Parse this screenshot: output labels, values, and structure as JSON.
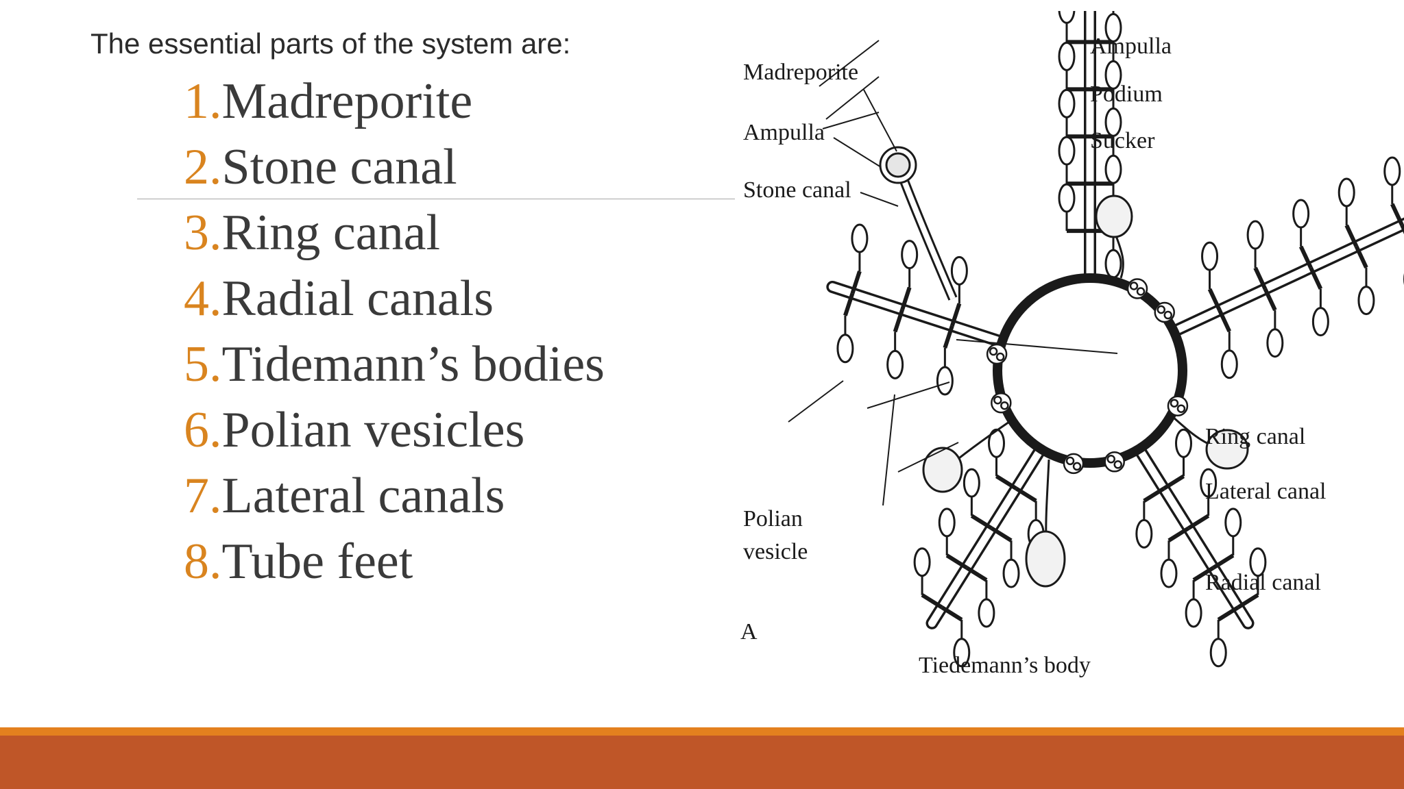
{
  "slide": {
    "intro": "The essential parts of the system are:",
    "items": [
      {
        "num": "1.",
        "label": "Madreporite"
      },
      {
        "num": "2.",
        "label": "Stone canal"
      },
      {
        "num": "3.",
        "label": "Ring canal"
      },
      {
        "num": "4.",
        "label": "Radial canals"
      },
      {
        "num": "5.",
        "label": "Tidemann’s bodies"
      },
      {
        "num": "6.",
        "label": "Polian vesicles"
      },
      {
        "num": "7.",
        "label": "Lateral canals"
      },
      {
        "num": "8.",
        "label": "Tube feet"
      }
    ]
  },
  "diagram": {
    "labels": {
      "madreporite": "Madreporite",
      "ampulla_left": "Ampulla",
      "stone_canal": "Stone canal",
      "ampulla_right": "Ampulla",
      "podium": "Podium",
      "sucker": "Sucker",
      "ring_canal": "Ring canal",
      "lateral_canal": "Lateral canal",
      "radial_canal": "Radial canal",
      "polian_line1": "Polian",
      "polian_line2": "vesicle",
      "tiedemann": "Tiedemann’s body",
      "panel": "A"
    }
  },
  "colors": {
    "number_accent": "#d9841f",
    "footer_thin": "#e3801e",
    "footer_thick": "#bf5628",
    "text": "#3a3a3a"
  }
}
